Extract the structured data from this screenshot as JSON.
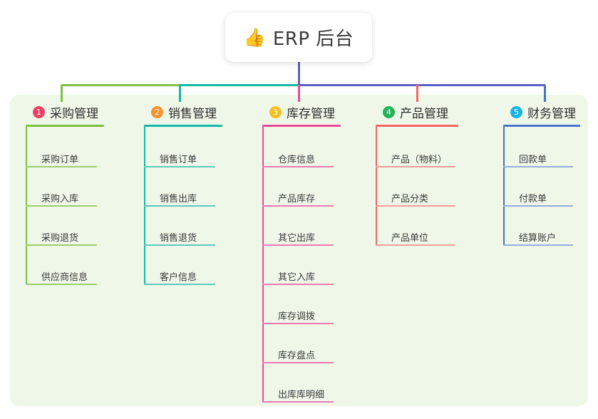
{
  "root": {
    "icon": "thumbs-up-icon",
    "icon_glyph": "👍",
    "title": "ERP 后台"
  },
  "colors": {
    "panel_bg": "#eef7e8",
    "card_bg": "#ffffff",
    "bus_green": "#7dc242",
    "bus_teal": "#14b8a6",
    "bus_indigo": "#5a5fc7",
    "stub_pink": "#ec4899",
    "stub_red": "#f56565",
    "stub_blue": "#4b73c9"
  },
  "columns": [
    {
      "index": "1",
      "title": "采购管理",
      "badge_color": "#ef4060",
      "line_color": "#7dc242",
      "leaf_color": "#9ccf6e",
      "items": [
        "采购订单",
        "采购入库",
        "采购退货",
        "供应商信息"
      ]
    },
    {
      "index": "2",
      "title": "销售管理",
      "badge_color": "#f59331",
      "line_color": "#14b8a6",
      "leaf_color": "#5ec9bd",
      "items": [
        "销售订单",
        "销售出库",
        "销售退货",
        "客户信息"
      ]
    },
    {
      "index": "3",
      "title": "库存管理",
      "badge_color": "#f5c122",
      "line_color": "#ec4899",
      "leaf_color": "#f07ab5",
      "items": [
        "仓库信息",
        "产品库存",
        "其它出库",
        "其它入库",
        "库存调拨",
        "库存盘点",
        "出库库明细"
      ]
    },
    {
      "index": "4",
      "title": "产品管理",
      "badge_color": "#22b455",
      "line_color": "#f56565",
      "leaf_color": "#f79e9e",
      "items": [
        "产品（物料）",
        "产品分类",
        "产品单位"
      ]
    },
    {
      "index": "5",
      "title": "财务管理",
      "badge_color": "#19b5e8",
      "line_color": "#4b73c9",
      "leaf_color": "#94aee0",
      "items": [
        "回款单",
        "付款单",
        "结算账户"
      ]
    }
  ]
}
